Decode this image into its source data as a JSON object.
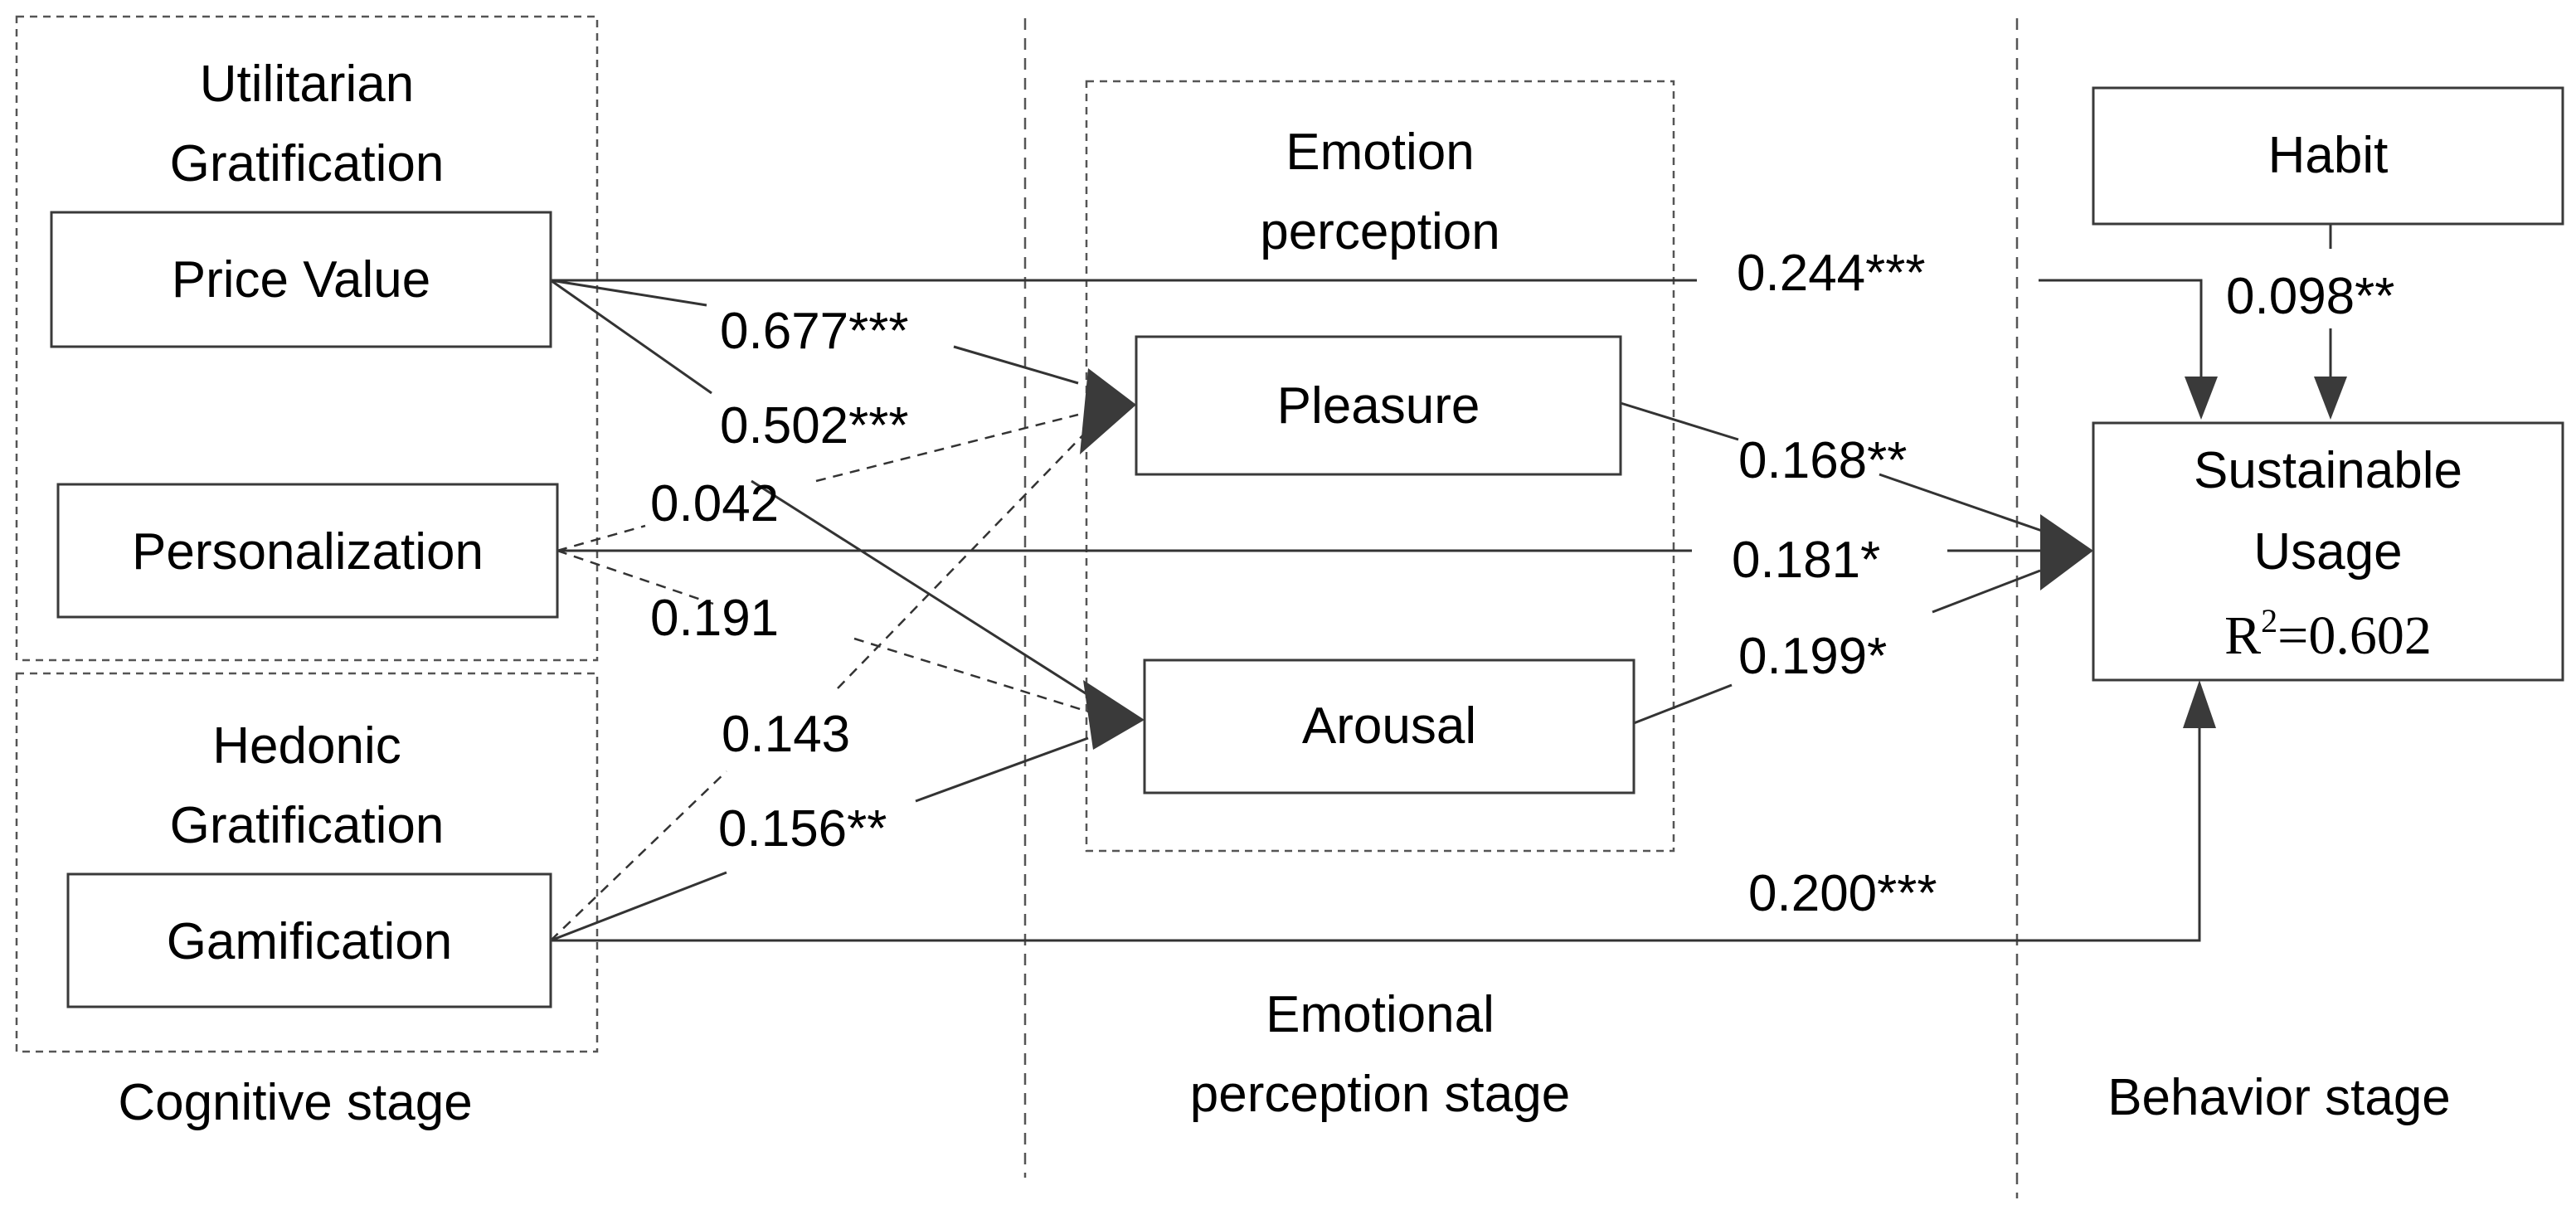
{
  "groups": {
    "utilitarian": [
      "Utilitarian",
      "Gratification"
    ],
    "hedonic": [
      "Hedonic",
      "Gratification"
    ],
    "emotion": [
      "Emotion",
      "perception"
    ]
  },
  "nodes": {
    "price_value": "Price Value",
    "personalization": "Personalization",
    "gamification": "Gamification",
    "pleasure": "Pleasure",
    "arousal": "Arousal",
    "habit": "Habit",
    "sustainable_usage": [
      "Sustainable",
      "Usage"
    ],
    "r_squared": {
      "prefix": "R",
      "superscript": "2",
      "value": "=0.602"
    }
  },
  "stages": {
    "cognitive": "Cognitive stage",
    "emotional": [
      "Emotional",
      "perception stage"
    ],
    "behavior": "Behavior stage"
  },
  "paths": [
    {
      "from": "Price Value",
      "to": "Sustainable Usage",
      "coef": "0.244***",
      "style": "solid"
    },
    {
      "from": "Habit",
      "to": "Sustainable Usage",
      "coef": "0.098**",
      "style": "solid"
    },
    {
      "from": "Price Value",
      "to": "Pleasure",
      "coef": "0.677***",
      "style": "solid"
    },
    {
      "from": "Price Value",
      "to": "Arousal",
      "coef": "0.502***",
      "style": "solid"
    },
    {
      "from": "Personalization",
      "to": "Pleasure",
      "coef": "0.042",
      "style": "dashed"
    },
    {
      "from": "Personalization",
      "to": "Sustainable Usage",
      "coef": "0.181*",
      "style": "solid"
    },
    {
      "from": "Personalization",
      "to": "Arousal",
      "coef": "0.191",
      "style": "dashed"
    },
    {
      "from": "Gamification",
      "to": "Pleasure",
      "coef": "0.143",
      "style": "dashed"
    },
    {
      "from": "Gamification",
      "to": "Arousal",
      "coef": "0.156**",
      "style": "solid"
    },
    {
      "from": "Gamification",
      "to": "Sustainable Usage",
      "coef": "0.200***",
      "style": "solid"
    },
    {
      "from": "Pleasure",
      "to": "Sustainable Usage",
      "coef": "0.168**",
      "style": "solid"
    },
    {
      "from": "Arousal",
      "to": "Sustainable Usage",
      "coef": "0.199*",
      "style": "solid"
    }
  ]
}
